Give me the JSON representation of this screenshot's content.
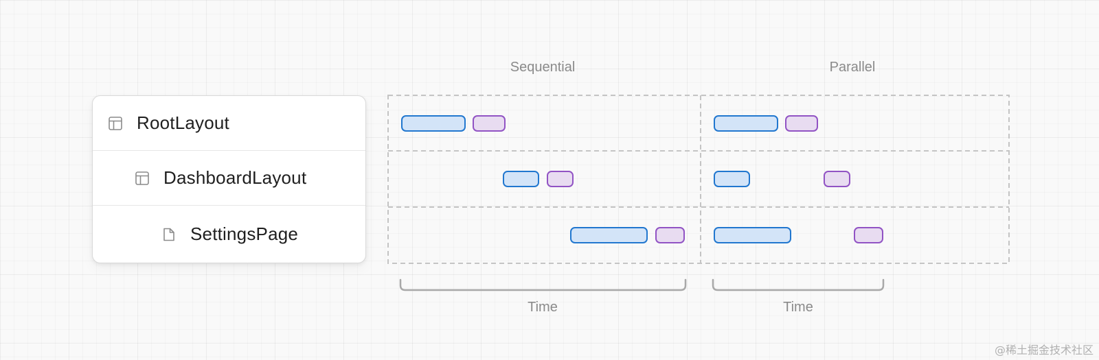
{
  "tree": {
    "rows": [
      {
        "label": "RootLayout",
        "icon": "layout-icon"
      },
      {
        "label": "DashboardLayout",
        "icon": "layout-icon"
      },
      {
        "label": "SettingsPage",
        "icon": "page-icon"
      }
    ]
  },
  "columns": {
    "sequential_title": "Sequential",
    "parallel_title": "Parallel"
  },
  "axis": {
    "sequential_time": "Time",
    "parallel_time": "Time"
  },
  "colors": {
    "blue_fill": "#d3e4f8",
    "blue_stroke": "#2177cf",
    "purple_fill": "#e8dcf1",
    "purple_stroke": "#9153c4"
  },
  "watermark": "@稀土掘金技术社区"
}
